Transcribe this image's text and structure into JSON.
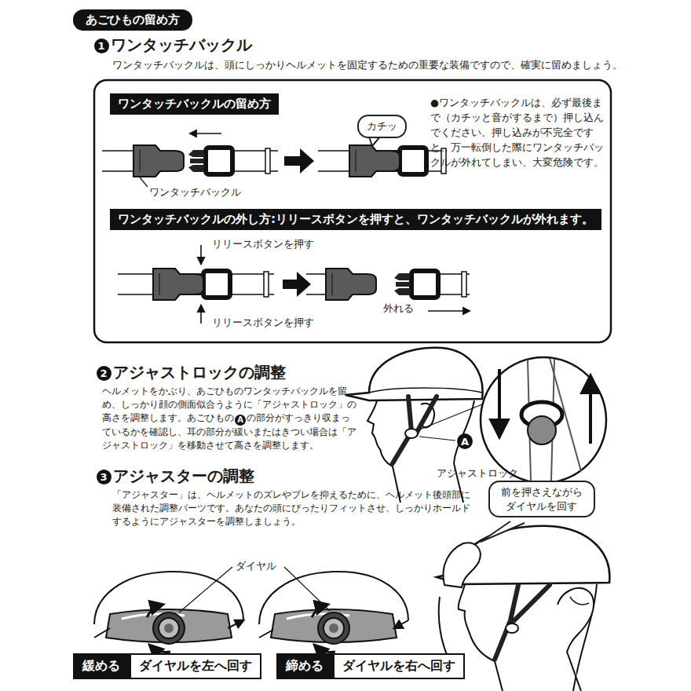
{
  "diagram": {
    "title": "あごひもの留め方",
    "nodes": [
      {
        "text": [
          "1"
        ]
      },
      {
        "text": [
          "ワンタッチバックルの留め方"
        ]
      },
      {
        "text": [
          "カチッ"
        ]
      },
      {
        "text": [
          "ワンタッチバックルの外し方:リリースボタンを押すと、ワンタッチバックルが外れます。"
        ]
      },
      {
        "text": [
          "2"
        ]
      },
      {
        "text": [
          "A"
        ]
      },
      {
        "text": [
          "A"
        ]
      },
      {
        "text": [
          "3"
        ]
      },
      {
        "text": [
          "前を押さえながら ダイヤルを回す"
        ]
      },
      {
        "text": [
          "緩める",
          "ダイヤルを左へ回す"
        ]
      },
      {
        "text": [
          "締める",
          "ダイヤルを右へ回す"
        ]
      }
    ],
    "labels": [
      "ワンタッチバックル",
      "ワンタッチバックルは、頭にしっかりヘルメットを固定するための重要な装備ですので、確実に留めましょう。",
      "●ワンタッチバックルは、必ず最後まで（カチッと音がするまで）押し込んでください。押し込みが不完全ですと、万一転倒した際にワンタッチバックルが外れてしまい、大変危険です。",
      "ワンタッチバックル",
      "リリースボタンを押す",
      "リリースボタンを押す",
      "外れる",
      "アジャストロックの調整",
      "ヘルメットをかぶり、あごひものワンタッチバックルを留め、しっかり顔の側面似合うように「アジャストロック」の高さを調整します。あごひもの",
      "の部分がすっきり収まっているかを確認し、耳の部分が緩いまたはきつい場合は「アジャストロック」を移動させて高さを調整します。",
      "アジャストロック",
      "アジャスターの調整",
      "「アジャスター」は、ヘルメットのズレやブレを抑えるために、ヘルメット後頭部に装備された調整パーツです。あなたの頭にぴったりフィットさせ、しっかりホールドするようにアジャスターを調整しましょう。",
      "ダイヤル"
    ]
  }
}
